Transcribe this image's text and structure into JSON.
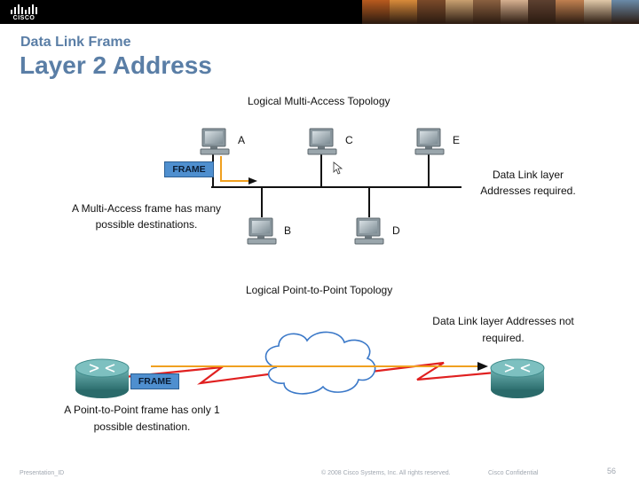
{
  "header": {
    "logo_text": "CISCO",
    "photo_colors": [
      "#b85a1e",
      "#d88a3a",
      "#7a4a2a",
      "#c9a070",
      "#8a6040",
      "#d6b090",
      "#5d4030",
      "#c08050",
      "#e0c8a8",
      "#6a8aa8"
    ]
  },
  "title": {
    "small": "Data Link Frame",
    "big": "Layer 2 Address"
  },
  "multi_access": {
    "heading": "Logical Multi-Access Topology",
    "hosts": [
      "A",
      "B",
      "C",
      "D",
      "E"
    ],
    "frame_label": "FRAME",
    "note_right_line1": "Data Link layer",
    "note_right_line2": "Addresses required.",
    "note_left_line1": "A Multi-Access frame has many",
    "note_left_line2": "possible destinations."
  },
  "point_to_point": {
    "heading": "Logical Point-to-Point Topology",
    "frame_label": "FRAME",
    "note_right_line1": "Data Link layer Addresses not",
    "note_right_line2": "required.",
    "note_left_line1": "A Point-to-Point frame has only 1",
    "note_left_line2": "possible destination."
  },
  "colors": {
    "title": "#5a7ea6",
    "frame": "#4f8fcf",
    "arrow": "#f0a020",
    "serial_link": "#e02020",
    "router": "#3f8b8b"
  },
  "footer": {
    "left": "Presentation_ID",
    "copyright": "© 2008 Cisco Systems, Inc. All rights reserved.",
    "confidential": "Cisco Confidential",
    "page": "56"
  }
}
